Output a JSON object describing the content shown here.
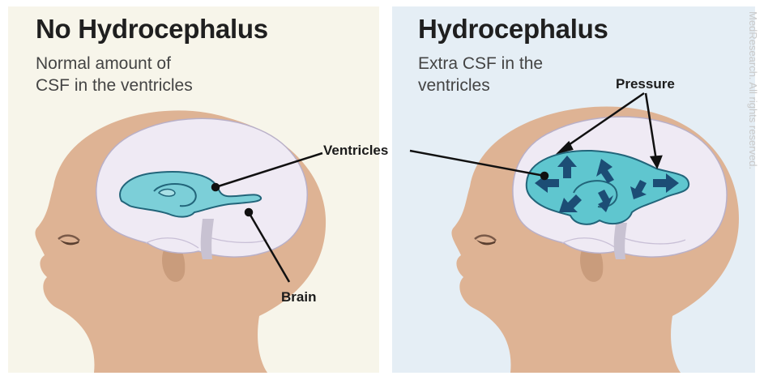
{
  "left_panel": {
    "title": "No Hydrocephalus",
    "subtitle_lines": [
      "Normal amount of",
      "CSF in the ventricles"
    ]
  },
  "right_panel": {
    "title": "Hydrocephalus",
    "subtitle_lines": [
      "Extra CSF in the",
      "ventricles"
    ]
  },
  "labels": {
    "ventricles": "Ventricles",
    "brain": "Brain",
    "pressure": "Pressure"
  },
  "watermark": "MedResearch. All rights reserved.",
  "colors": {
    "left_background": "#f7f5ea",
    "right_background": "#e5eef5",
    "skin": "#deb394",
    "brain": "#efeaf4",
    "csf_normal": "#7ccfd8",
    "csf_extra": "#5fc6cf",
    "ventricle_outline": "#22657a",
    "pressure_arrows": "#1c4d75"
  }
}
